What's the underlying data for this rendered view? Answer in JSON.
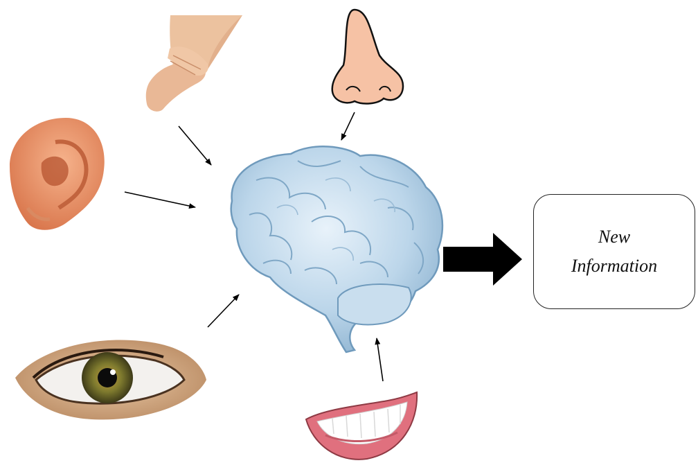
{
  "diagram": {
    "senses": [
      {
        "id": "touch",
        "icon": "hand-icon"
      },
      {
        "id": "smell",
        "icon": "nose-icon"
      },
      {
        "id": "hearing",
        "icon": "ear-icon"
      },
      {
        "id": "sight",
        "icon": "eye-icon"
      },
      {
        "id": "taste",
        "icon": "mouth-icon"
      }
    ],
    "center": {
      "icon": "brain-icon"
    },
    "output": {
      "line1": "New",
      "line2": "Information"
    },
    "colors": {
      "skin": "#f2c9a8",
      "ear": "#e8956a",
      "iris": "#8a7a2c",
      "lips": "#e0707e",
      "brain": "#a9c9e0",
      "arrow": "#000000"
    }
  }
}
